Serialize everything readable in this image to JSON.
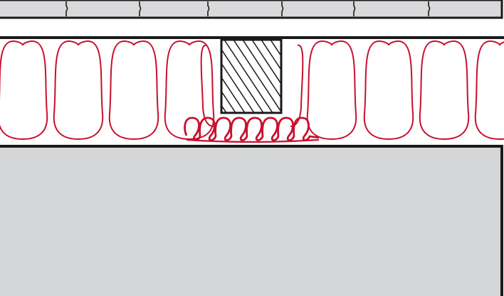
{
  "colors": {
    "outline": "#1a1a1a",
    "board": "#d9d9db",
    "base": "#d5d6d8",
    "insulation": "#c8102e",
    "background": "#ffffff"
  },
  "layers": [
    {
      "id": "top-board",
      "icon": "board-segments"
    },
    {
      "id": "insulation-layer",
      "icon": "batt-insulation-loops"
    },
    {
      "id": "timber-joist",
      "icon": "hatched-timber-section"
    },
    {
      "id": "compressed-insulation",
      "icon": "compressed-insulation-coils"
    },
    {
      "id": "base-slab",
      "icon": "solid-slab"
    }
  ]
}
